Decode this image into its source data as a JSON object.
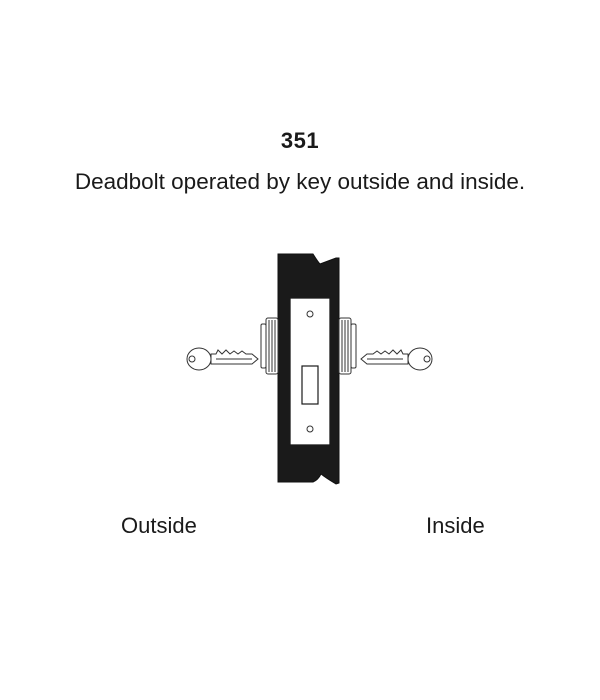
{
  "function": {
    "number": "351",
    "description": "Deadbolt operated by key outside and inside."
  },
  "labels": {
    "outside": "Outside",
    "inside": "Inside"
  },
  "colors": {
    "ink": "#1a1a1a",
    "line": "#333333",
    "background": "#ffffff"
  },
  "icons": {
    "left_key": "key-icon",
    "right_key": "key-icon",
    "lock": "mortise-lock-icon"
  }
}
